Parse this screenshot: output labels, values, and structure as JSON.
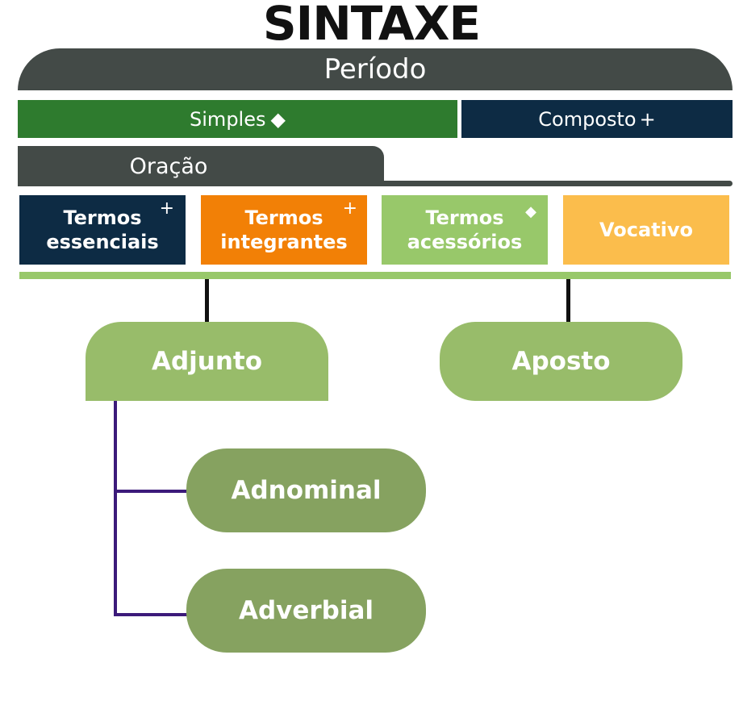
{
  "title": "SINTAXE",
  "periodo": "Período",
  "tipos": {
    "simples": {
      "label": "Simples",
      "symbol": "◆"
    },
    "composto": {
      "label": "Composto",
      "symbol": "+"
    }
  },
  "oracao": "Oração",
  "termos": [
    {
      "label": "Termos\nessenciais",
      "symbol": "+"
    },
    {
      "label": "Termos\nintegrantes",
      "symbol": "+"
    },
    {
      "label": "Termos\nacessórios",
      "symbol": "◆"
    },
    {
      "label": "Vocativo",
      "symbol": ""
    }
  ],
  "acessorios": {
    "adjunto": "Adjunto",
    "aposto": "Aposto"
  },
  "adjunto_tipos": {
    "adnominal": "Adnominal",
    "adverbial": "Adverbial"
  },
  "colors": {
    "dark_gray": "#434a47",
    "green": "#2e7b2e",
    "navy": "#0d2b44",
    "orange": "#f28006",
    "light_green": "#98c86a",
    "yellow": "#fbbd4c",
    "olive": "#86a260",
    "purple": "#3c1a7a"
  }
}
